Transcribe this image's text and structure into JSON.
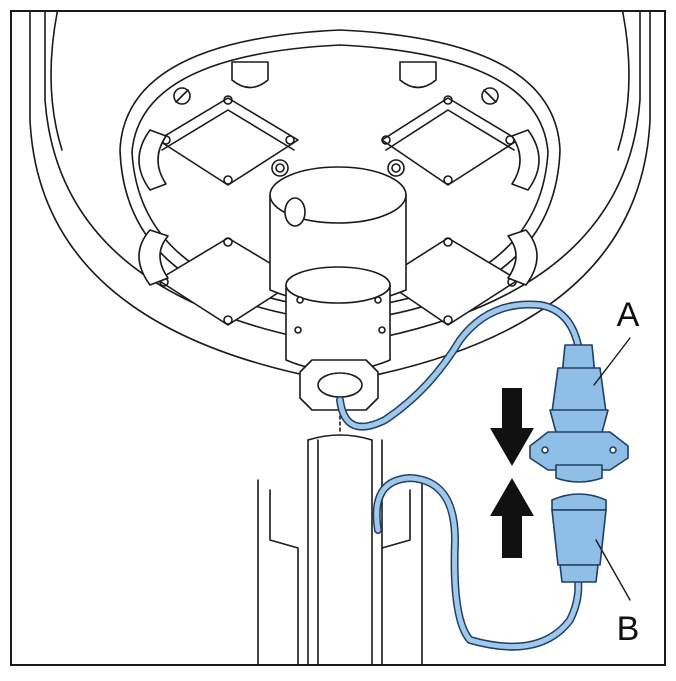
{
  "figure": {
    "callouts": [
      {
        "id": "A",
        "text": "A"
      },
      {
        "id": "B",
        "text": "B"
      }
    ]
  },
  "colors": {
    "line": "#1a1a1a",
    "connector_fill": "#8fbfe6",
    "connector_stroke": "#1f3f63",
    "cable": "#9fc8ea",
    "arrow": "#111111",
    "background": "#ffffff"
  },
  "icons": {
    "push_down": "arrow-down-icon",
    "push_up": "arrow-up-icon"
  }
}
